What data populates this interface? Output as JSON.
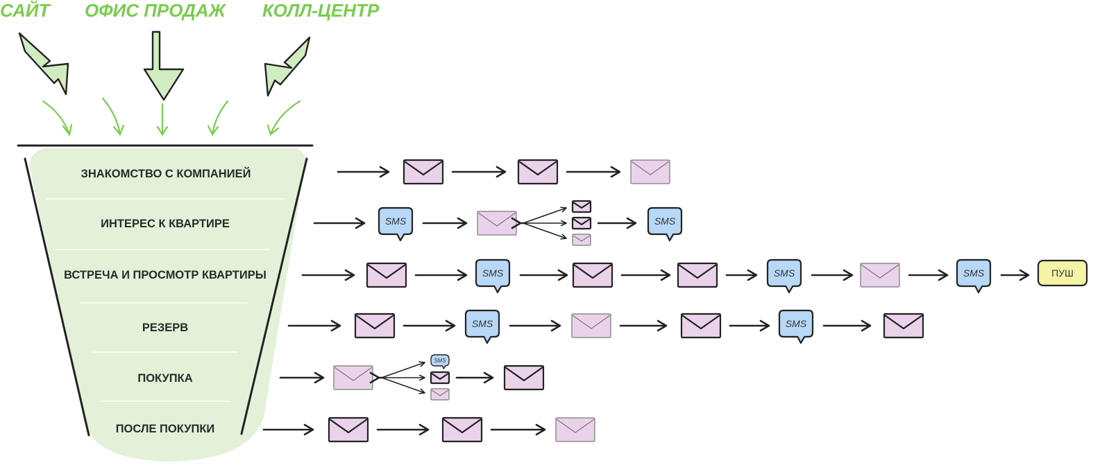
{
  "sources": [
    "САЙТ",
    "ОФИС ПРОДАЖ",
    "КОЛЛ-ЦЕНТР"
  ],
  "colors": {
    "accent_green": "#79cc4e",
    "funnel_fill": "#e3f1d8",
    "ink": "#222222",
    "email_fill": "#ead3ea",
    "sms_fill": "#b7d8f7",
    "push_fill": "#f4f3a6"
  },
  "icons": {
    "email": "envelope-icon",
    "sms": "sms-bubble-icon",
    "push": "push-badge-icon",
    "arrow": "arrow-right-icon"
  },
  "labels": {
    "sms": "SMS",
    "push": "ПУШ"
  },
  "stages": [
    {
      "name": "ЗНАКОМСТВО С КОМПАНИЕЙ",
      "chain": [
        "email",
        "email",
        "email"
      ]
    },
    {
      "name": "ИНТЕРЕС К КВАРТИРЕ",
      "chain": [
        "sms",
        "email",
        "split:email,email,email",
        "sms"
      ]
    },
    {
      "name": "ВСТРЕЧА И ПРОСМОТР КВАРТИРЫ",
      "chain": [
        "email",
        "sms",
        "email",
        "email",
        "sms",
        "email",
        "sms",
        "push"
      ]
    },
    {
      "name": "РЕЗЕРВ",
      "chain": [
        "email",
        "sms",
        "email",
        "email",
        "sms",
        "email"
      ]
    },
    {
      "name": "ПОКУПКА",
      "chain": [
        "email",
        "split:sms,email,email",
        "email"
      ]
    },
    {
      "name": "ПОСЛЕ ПОКУПКИ",
      "chain": [
        "email",
        "email",
        "email"
      ]
    }
  ]
}
